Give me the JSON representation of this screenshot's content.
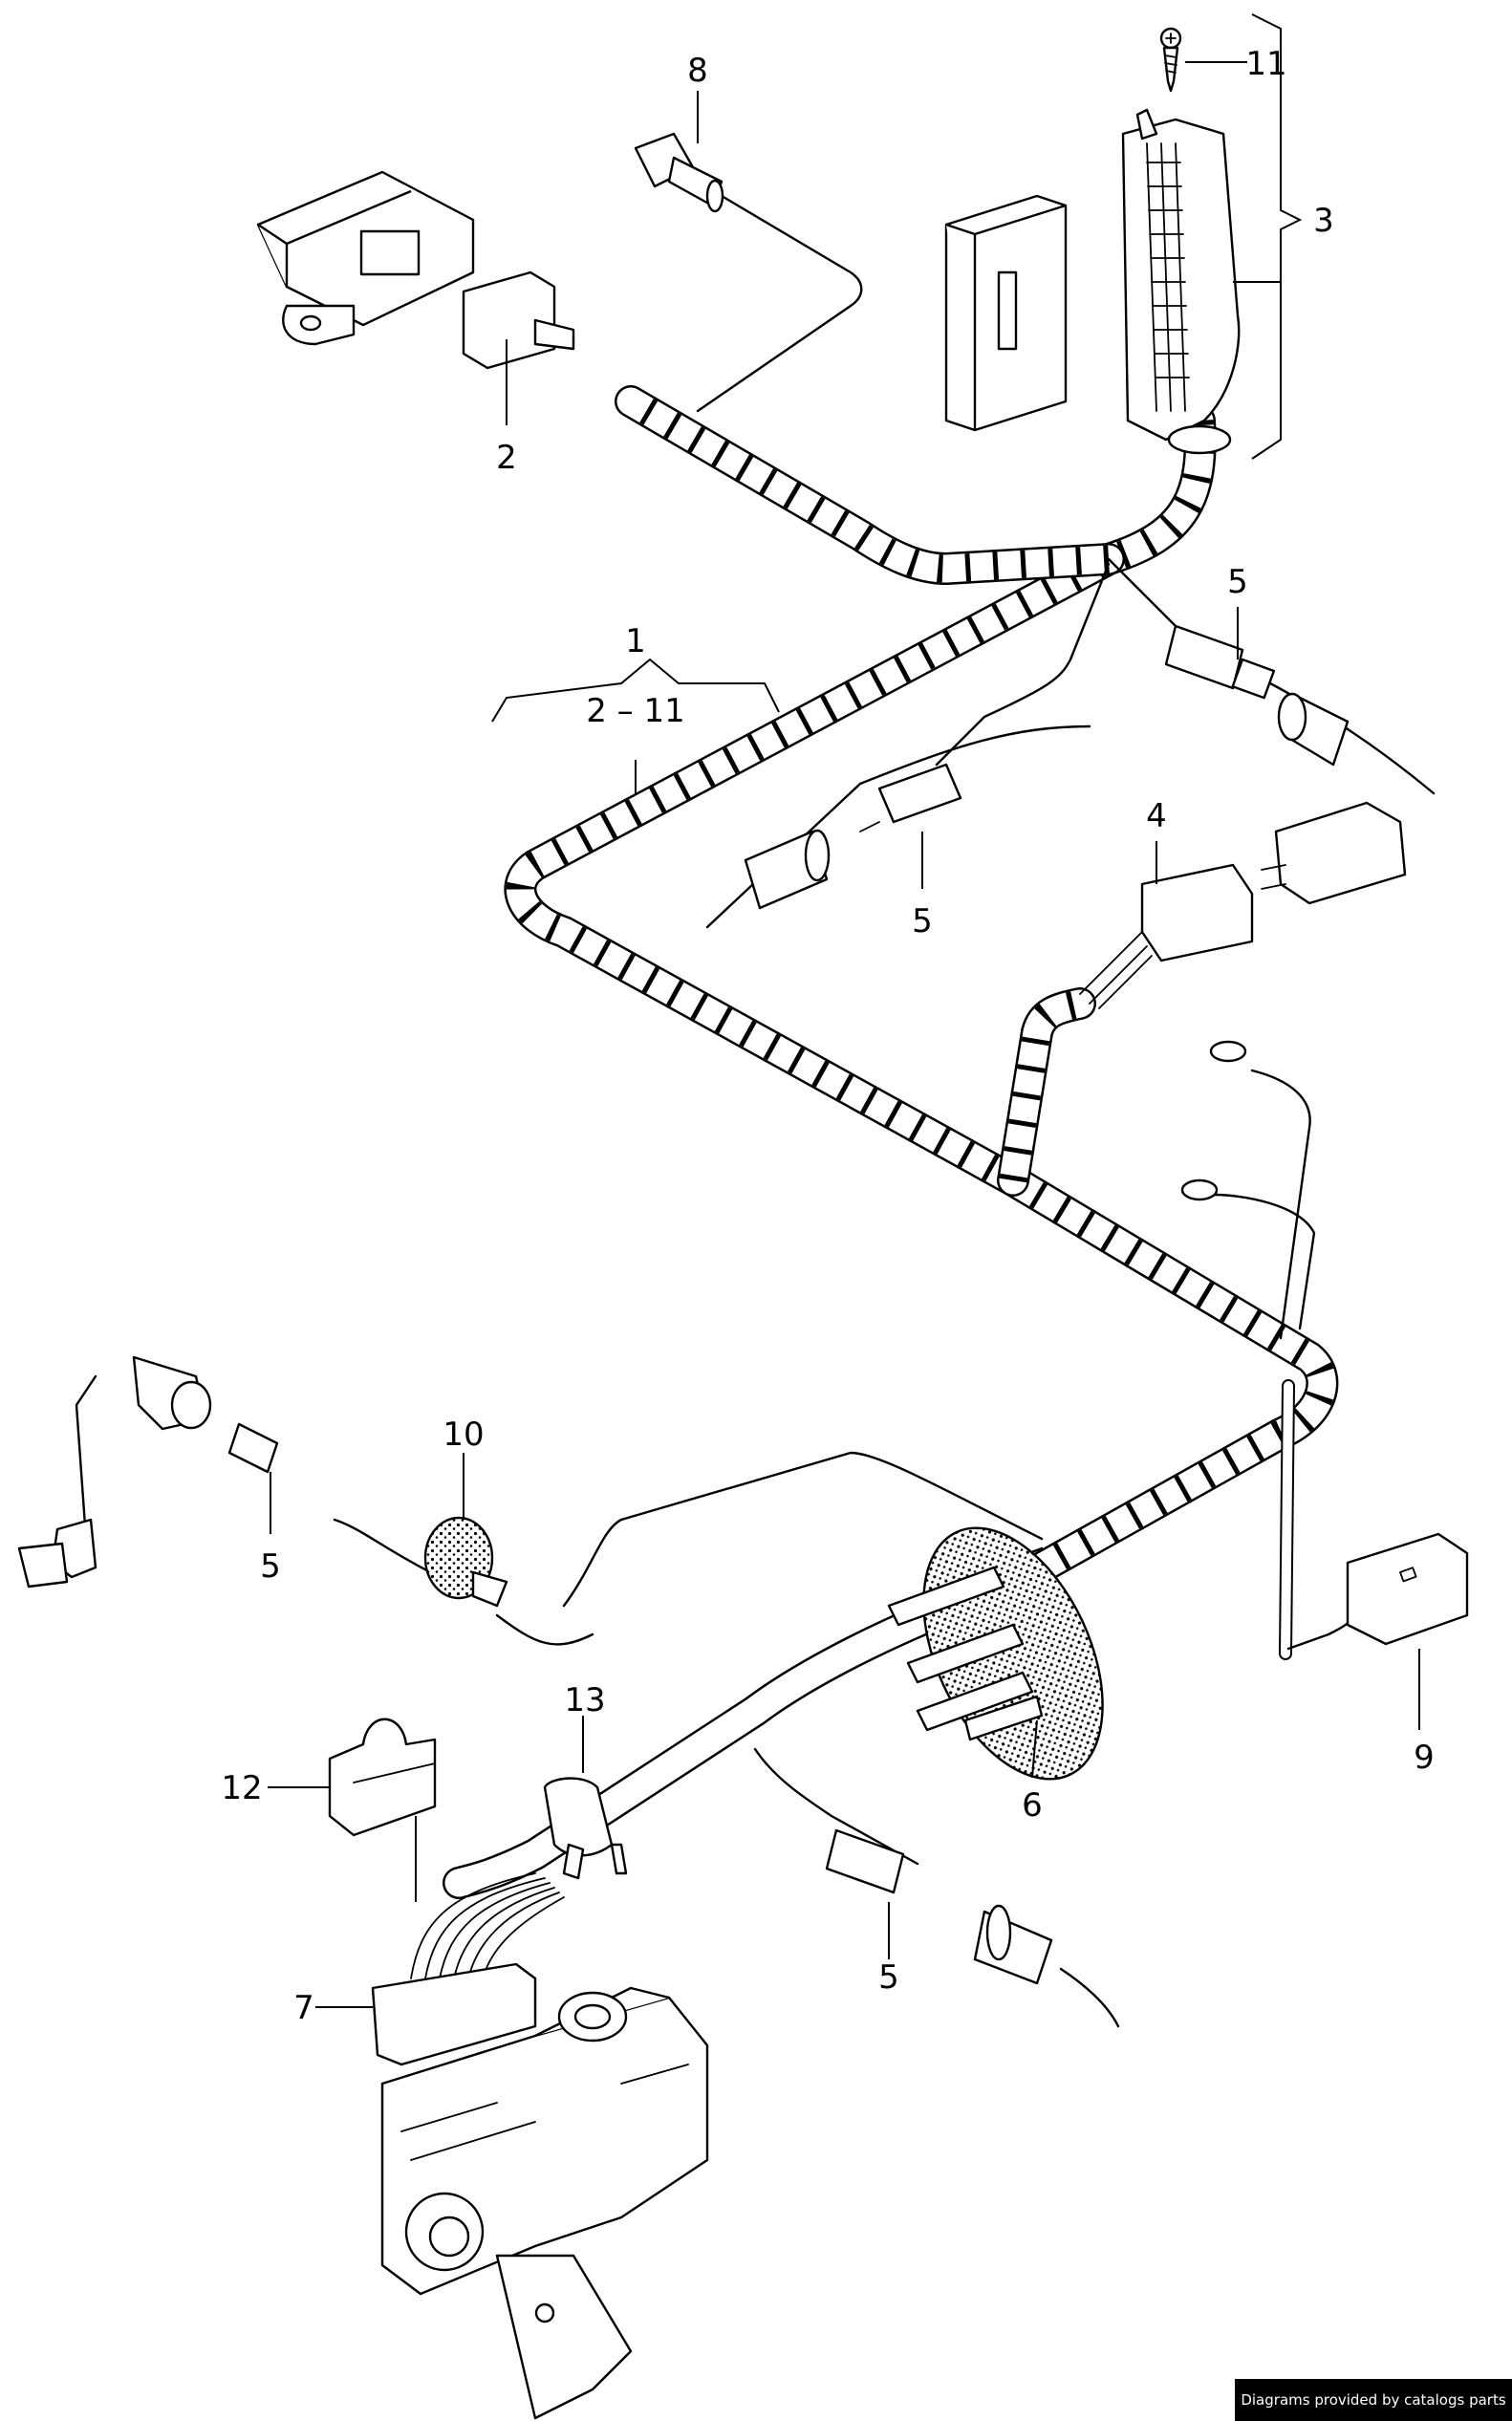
{
  "callouts": {
    "c1": "1",
    "c2_11": "2 – 11",
    "c2": "2",
    "c3": "3",
    "c4": "4",
    "c5a": "5",
    "c5b": "5",
    "c5c": "5",
    "c5d": "5",
    "c6": "6",
    "c7": "7",
    "c8": "8",
    "c9": "9",
    "c10": "10",
    "c11": "11",
    "c12": "12",
    "c13": "13"
  },
  "footer": "Diagrams provided by catalogs parts"
}
